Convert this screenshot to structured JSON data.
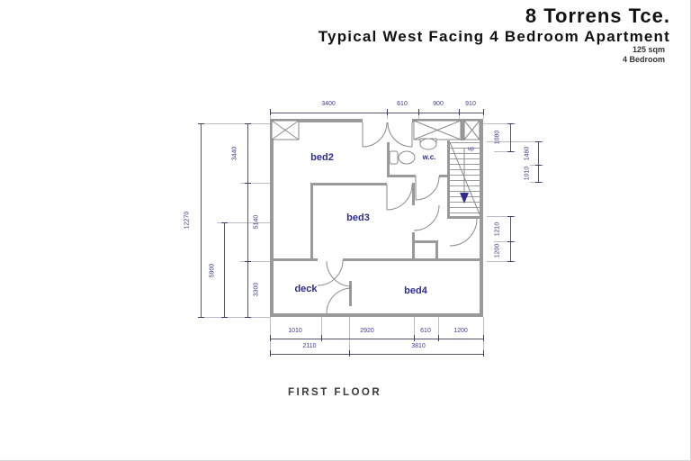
{
  "header": {
    "title": "8 Torrens Tce.",
    "subtitle": "Typical West Facing 4 Bedroom Apartment",
    "area": "125 sqm",
    "bedrooms": "4 Bedroom"
  },
  "floor_label": "FIRST FLOOR",
  "rooms": {
    "bed2": "bed2",
    "bed3": "bed3",
    "bed4": "bed4",
    "deck": "deck",
    "wc": "w.c.",
    "stairs_direction": "up"
  },
  "dims": {
    "top": [
      "3400",
      "610",
      "900",
      "910"
    ],
    "bottom_row1": [
      "1010",
      "2920",
      "610",
      "1200"
    ],
    "bottom_row2": [
      "2110",
      "3810"
    ],
    "left_overall": "12270",
    "left_segments": [
      "3440",
      "5140",
      "3300"
    ],
    "left_inner": "5900",
    "right_top": "1080",
    "right_upper": [
      "1460",
      "1010"
    ],
    "right_lower": [
      "1210",
      "1200"
    ]
  },
  "colors": {
    "wall": "#9a9a9a",
    "room_label": "#2d2d8d",
    "dim_text": "#3c3c8c",
    "title_text": "#111111"
  }
}
